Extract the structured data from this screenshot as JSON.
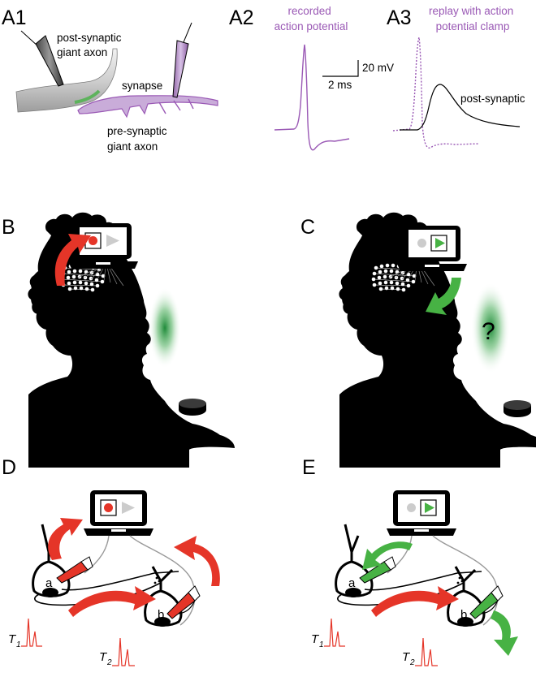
{
  "panels": {
    "a1": {
      "label": "A1",
      "post_axon": [
        "post-synaptic",
        "giant axon"
      ],
      "synapse": "synapse",
      "pre_axon": [
        "pre-synaptic",
        "giant axon"
      ]
    },
    "a2": {
      "label": "A2",
      "title": [
        "recorded",
        "action potential"
      ],
      "scale_mv": "20 mV",
      "scale_ms": "2 ms"
    },
    "a3": {
      "label": "A3",
      "title": [
        "replay with action",
        "potential clamp"
      ],
      "trace_label": "post-synaptic"
    },
    "b": {
      "label": "B"
    },
    "c": {
      "label": "C",
      "question": "?"
    },
    "d": {
      "label": "D",
      "cell_a": "a",
      "cell_b": "b",
      "t1": "T",
      "t1_sub": "1",
      "t2": "T",
      "t2_sub": "2"
    },
    "e": {
      "label": "E",
      "cell_a": "a",
      "cell_b": "b",
      "t1": "T",
      "t1_sub": "1",
      "t2": "T",
      "t2_sub": "2"
    }
  },
  "colors": {
    "purple": "#9a59b5",
    "record_red": "#e53528",
    "play_green": "#47b244",
    "black": "#000000"
  },
  "icons": [
    "laptop-icon",
    "record-button-icon",
    "play-button-icon",
    "curved-arrow-icon",
    "electrode-icon",
    "electrode-array-icon",
    "push-button-icon",
    "human-silhouette-icon"
  ]
}
